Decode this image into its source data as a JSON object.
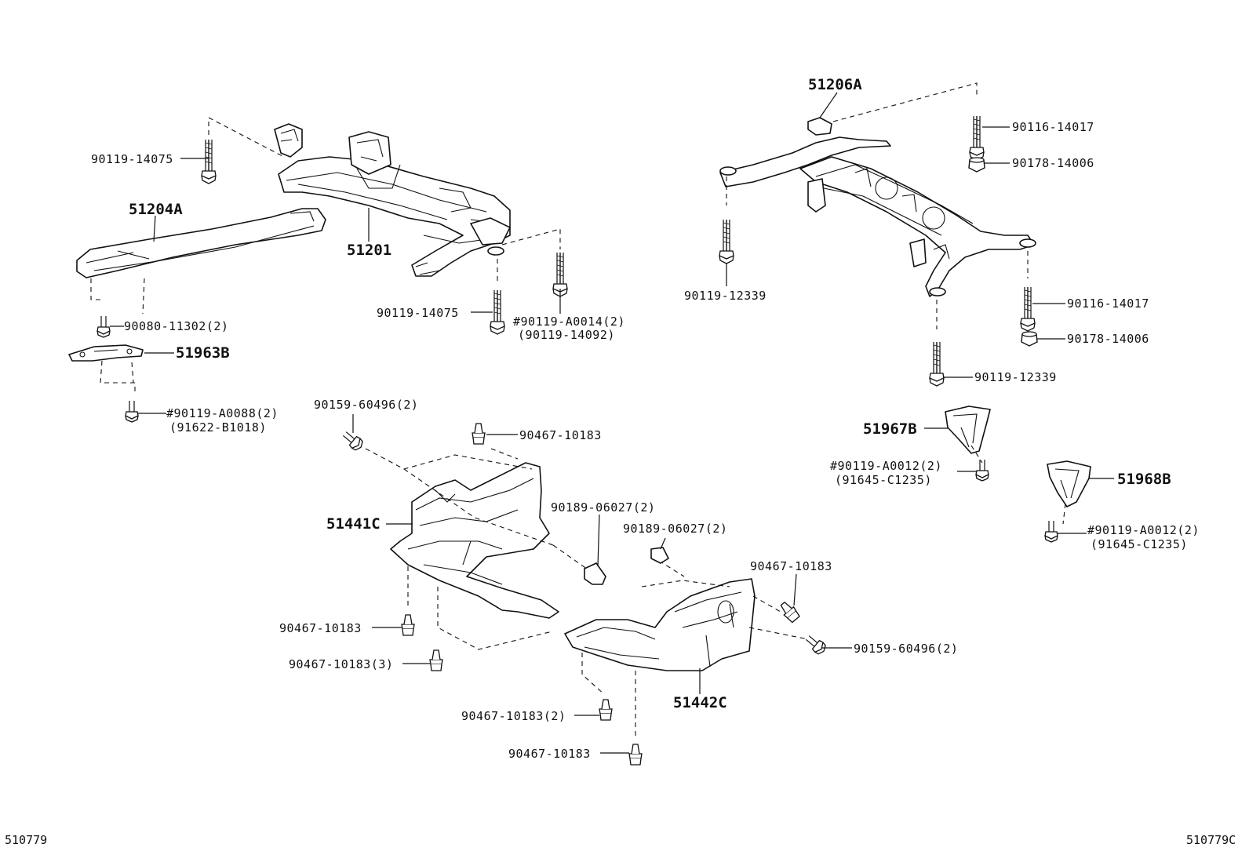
{
  "labels": {
    "p51206A": "51206A",
    "p51204A": "51204A",
    "p51201": "51201",
    "p51963B": "51963B",
    "p51967B": "51967B",
    "p51968B": "51968B",
    "p51441C": "51441C",
    "p51442C": "51442C",
    "bolt_14075_a": "90119-14075",
    "bolt_14075_b": "90119-14075",
    "bolt_a0014": "#90119-A0014(2)",
    "bolt_14092": "(90119-14092)",
    "bolt_11302": "90080-11302(2)",
    "bolt_a0088": "#90119-A0088(2)",
    "bolt_b1018": "(91622-B1018)",
    "stud_14017_a": "90116-14017",
    "nut_14006_a": "90178-14006",
    "bolt_12339_a": "90119-12339",
    "stud_14017_b": "90116-14017",
    "nut_14006_b": "90178-14006",
    "bolt_12339_b": "90119-12339",
    "bolt_a0012_a": "#90119-A0012(2)",
    "bolt_c1235_a": "(91645-C1235)",
    "bolt_a0012_b": "#90119-A0012(2)",
    "bolt_c1235_b": "(91645-C1235)",
    "screw_60496_a": "90159-60496(2)",
    "clip_10183_a": "90467-10183",
    "clip_06027_a": "90189-06027(2)",
    "clip_06027_b": "90189-06027(2)",
    "clip_10183_b": "90467-10183",
    "clip_10183_c": "90467-10183",
    "clip_10183_d": "90467-10183(3)",
    "screw_60496_b": "90159-60496(2)",
    "clip_10183_e": "90467-10183(2)",
    "clip_10183_f": "90467-10183"
  },
  "captions": {
    "left": "510779",
    "right": "510779C"
  }
}
